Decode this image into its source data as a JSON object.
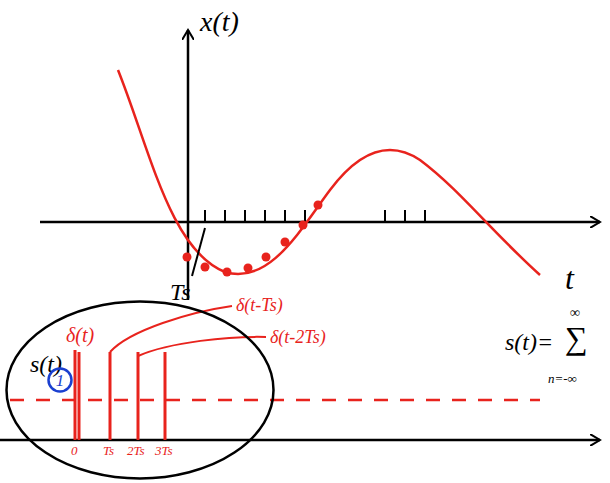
{
  "diagram": {
    "nodes": [
      {
        "text": [
          "s(t)",
          "δ(t)"
        ]
      },
      {
        "text": [
          "1"
        ],
        "in": 0
      }
    ],
    "labels": [
      "x(t)",
      "t",
      "Ts",
      "δ(t-Ts)",
      "δ(t-2Ts)",
      "0",
      "Ts",
      "2Ts",
      "3Ts",
      "s(t)=",
      "∞",
      "∑",
      "n=-∞"
    ]
  }
}
